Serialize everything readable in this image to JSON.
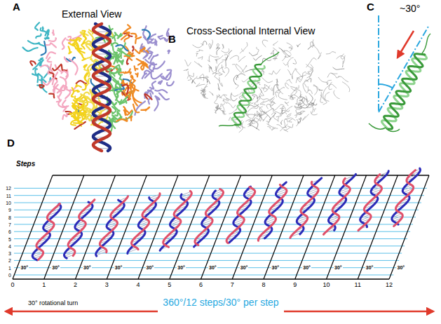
{
  "diagram": {
    "labels": [
      "A",
      "External View",
      "B",
      "Cross-Sectional Internal View",
      "C",
      "~30°",
      "D",
      "Steps",
      "12",
      "11",
      "10",
      "9",
      "8",
      "7",
      "6",
      "5",
      "4",
      "3",
      "2",
      "1",
      "0",
      "30°",
      "30°",
      "30°",
      "30°",
      "30°",
      "30°",
      "30°",
      "30°",
      "30°",
      "30°",
      "30°",
      "30°",
      "30°",
      "0",
      "1",
      "2",
      "3",
      "4",
      "5",
      "6",
      "7",
      "8",
      "9",
      "10",
      "11",
      "12",
      "30° rotational turn",
      "360°/12 steps/30° per step"
    ]
  }
}
